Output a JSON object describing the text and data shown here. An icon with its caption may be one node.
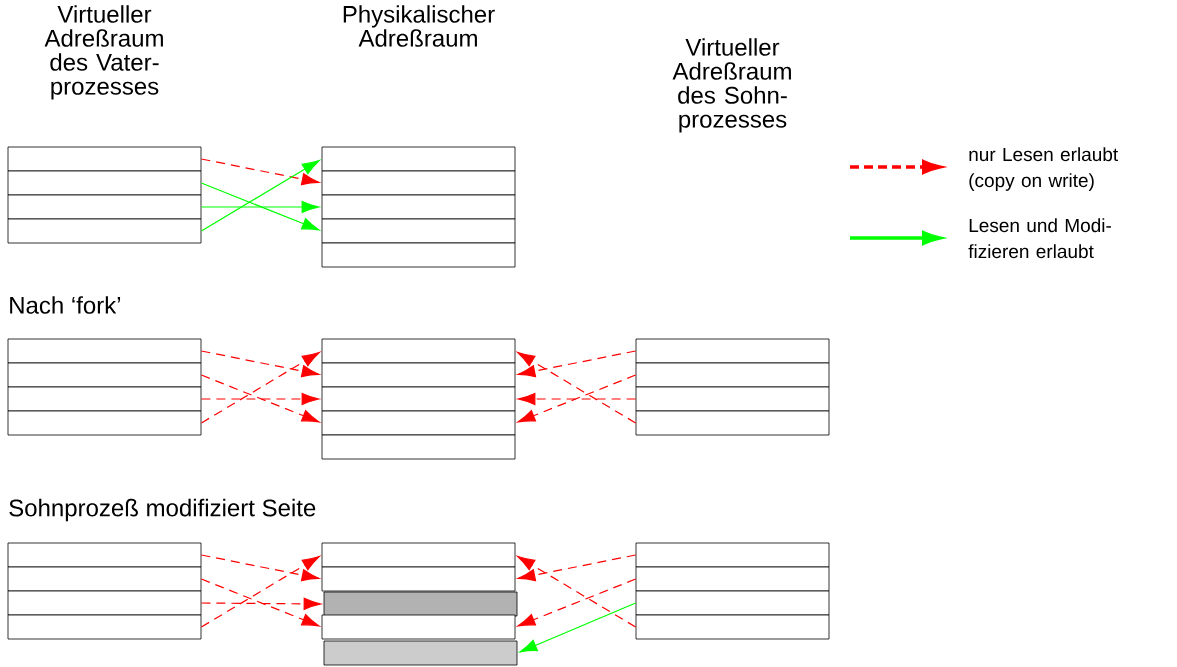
{
  "diagram": {
    "nodes": [
      {
        "text": [],
        "shape": "box"
      },
      {
        "text": [],
        "shape": "box"
      },
      {
        "text": [],
        "shape": "box"
      },
      {
        "text": [],
        "shape": "box"
      },
      {
        "text": [],
        "shape": "box"
      },
      {
        "text": [],
        "shape": "box"
      },
      {
        "text": [],
        "shape": "box"
      },
      {
        "text": [],
        "shape": "box"
      },
      {
        "text": [],
        "shape": "box"
      },
      {
        "text": [],
        "shape": "box"
      },
      {
        "text": [],
        "shape": "box"
      },
      {
        "text": [],
        "shape": "box"
      },
      {
        "text": [],
        "shape": "box"
      },
      {
        "text": [],
        "shape": "box"
      },
      {
        "text": [],
        "shape": "box"
      },
      {
        "text": [],
        "shape": "box"
      },
      {
        "text": [],
        "shape": "box"
      },
      {
        "text": [],
        "shape": "box"
      },
      {
        "text": [],
        "shape": "box"
      },
      {
        "text": [],
        "shape": "box"
      },
      {
        "text": [],
        "shape": "box"
      },
      {
        "text": [],
        "shape": "box"
      },
      {
        "text": [],
        "shape": "box"
      },
      {
        "text": [],
        "shape": "box"
      },
      {
        "text": [],
        "shape": "box"
      },
      {
        "text": [],
        "shape": "box"
      },
      {
        "text": [],
        "shape": "box"
      },
      {
        "text": [],
        "shape": "box"
      },
      {
        "text": [],
        "shape": "box"
      },
      {
        "text": [],
        "shape": "box"
      },
      {
        "text": [],
        "shape": "box"
      },
      {
        "text": [],
        "shape": "box"
      },
      {
        "text": [],
        "shape": "box"
      },
      {
        "text": [],
        "shape": "box"
      },
      {
        "text": [],
        "shape": "box"
      }
    ],
    "edges": [
      {
        "from": 0,
        "to": 5,
        "arrow": "to",
        "style": "dashed"
      },
      {
        "from": 1,
        "to": 7,
        "arrow": "to",
        "color": "#00ff00"
      },
      {
        "from": 2,
        "to": 6,
        "arrow": "to",
        "color": "#00ff00"
      },
      {
        "from": 3,
        "to": 4,
        "arrow": "to",
        "color": "#00ff00"
      },
      {
        "from": 9,
        "to": 14,
        "arrow": "to",
        "style": "dashed"
      },
      {
        "from": 10,
        "to": 16,
        "arrow": "to",
        "style": "dashed"
      },
      {
        "from": 11,
        "to": 15,
        "arrow": "to",
        "style": "dashed"
      },
      {
        "from": 12,
        "to": 13,
        "arrow": "to",
        "style": "dashed"
      },
      {
        "from": 18,
        "to": 14,
        "arrow": "to",
        "style": "dashed"
      },
      {
        "from": 19,
        "to": 16,
        "arrow": "to",
        "style": "dashed"
      },
      {
        "from": 20,
        "to": 15,
        "arrow": "to",
        "style": "dashed"
      },
      {
        "from": 21,
        "to": 13,
        "arrow": "to",
        "style": "dashed"
      },
      {
        "from": 22,
        "to": 27,
        "arrow": "to",
        "style": "dashed"
      },
      {
        "from": 23,
        "to": 29,
        "arrow": "to",
        "style": "dashed"
      },
      {
        "from": 24,
        "to": 28,
        "arrow": "to",
        "style": "dashed"
      },
      {
        "from": 25,
        "to": 26,
        "arrow": "to",
        "style": "dashed"
      },
      {
        "from": 31,
        "to": 27,
        "arrow": "to",
        "style": "dashed"
      },
      {
        "from": 32,
        "to": 29,
        "arrow": "to",
        "style": "dashed"
      },
      {
        "from": 33,
        "to": 30,
        "arrow": "to",
        "color": "#00ff00"
      },
      {
        "from": 34,
        "to": 26,
        "arrow": "to",
        "style": "dashed"
      }
    ],
    "labels": [
      "Virtueller Adreßraum des Vater- prozesses",
      "Physikalischer Adreßraum",
      "Virtueller Adreßraum des Sohn- prozesses",
      "Nach ‘fork’",
      "Sohnprozeß modifiziert Seite"
    ],
    "legend": [
      {
        "text": "nur Lesen erlaubt (copy on write)"
      },
      {
        "text": "Lesen und Modi- fizieren erlaubt"
      }
    ]
  }
}
